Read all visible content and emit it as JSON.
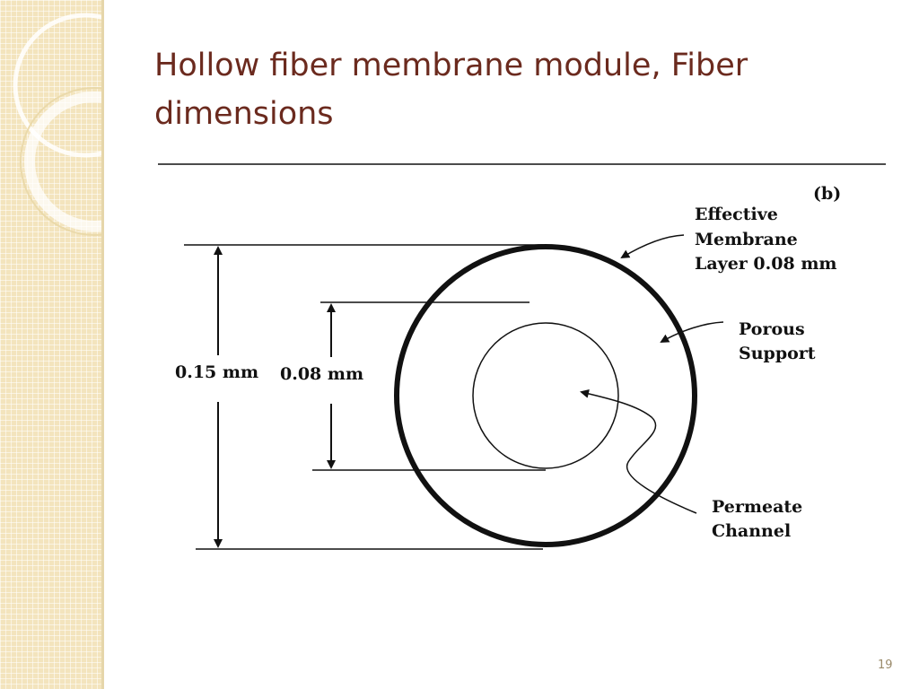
{
  "slide": {
    "title": "Hollow fiber membrane module, Fiber dimensions",
    "page_number": "19"
  },
  "diagram": {
    "panel_label": "(b)",
    "outer_dimension": "0.15 mm",
    "inner_dimension": "0.08 mm",
    "callouts": {
      "effective_membrane": [
        "Effective",
        "Membrane",
        "Layer 0.08 mm"
      ],
      "porous_support": [
        "Porous",
        "Support"
      ],
      "permeate_channel": [
        "Permeate",
        "Channel"
      ]
    }
  },
  "colors": {
    "title": "#6b2a1e",
    "sidebar": "#f3e4bd",
    "page_number": "#9a8a6a"
  }
}
